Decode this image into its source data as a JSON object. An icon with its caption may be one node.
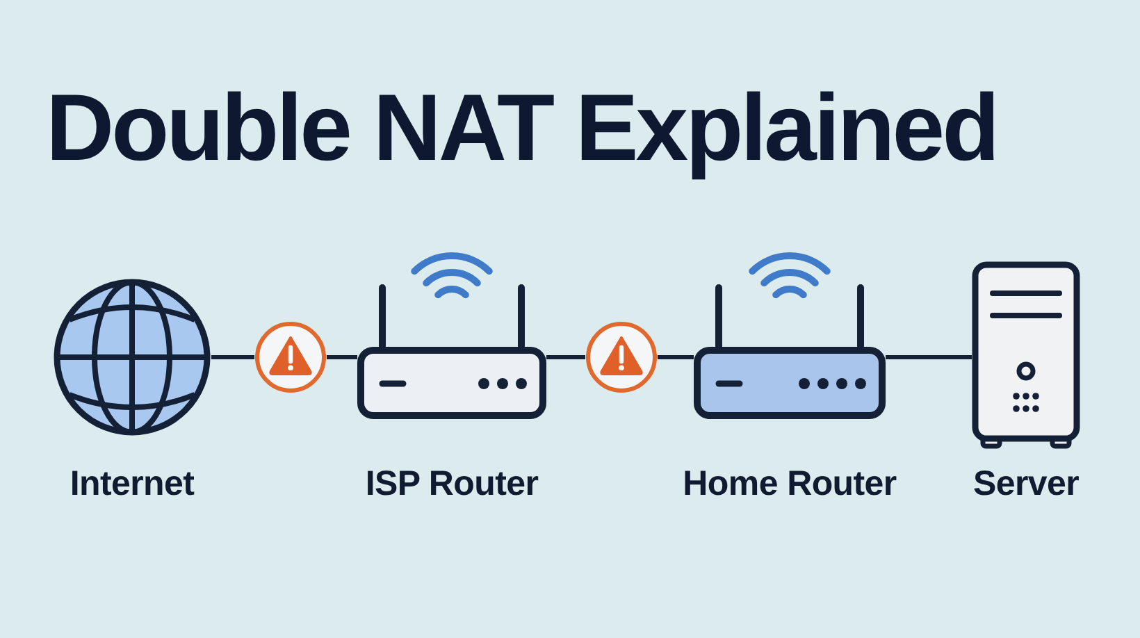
{
  "diagram": {
    "title": "Double NAT Explained",
    "nodes": [
      {
        "text": [
          "Internet"
        ]
      },
      {
        "text": [],
        "shape": "circle"
      },
      {
        "text": [
          "ISP Router"
        ]
      },
      {
        "text": [],
        "shape": "circle"
      },
      {
        "text": [
          "Home Router"
        ]
      },
      {
        "text": [
          "Server"
        ]
      }
    ],
    "edges": [
      {
        "from": 0,
        "to": 1,
        "arrow": "none"
      },
      {
        "from": 1,
        "to": 2,
        "arrow": "none"
      },
      {
        "from": 2,
        "to": 3,
        "arrow": "none"
      },
      {
        "from": 3,
        "to": 4,
        "arrow": "none"
      },
      {
        "from": 4,
        "to": 5,
        "arrow": "none"
      }
    ]
  }
}
